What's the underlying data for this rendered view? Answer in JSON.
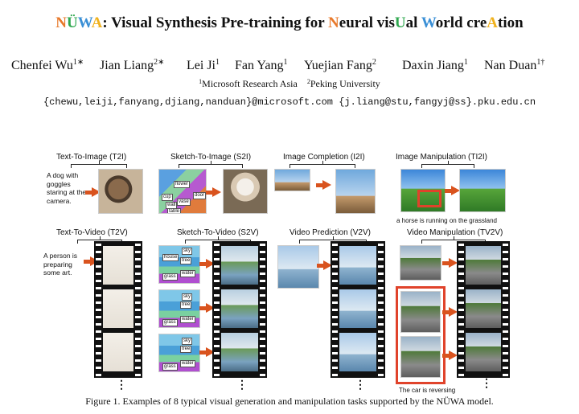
{
  "title": {
    "n": "N",
    "u": "Ü",
    "w": "W",
    "a": "A",
    "main": ": Visual Synthesis Pre-training for ",
    "n2": "N",
    "eural_vis": "eural vis",
    "u2": "U",
    "al": "al ",
    "w2": "W",
    "orld_cre": "orld cre",
    "a2": "A",
    "tion": "tion"
  },
  "authors": [
    {
      "name": "Chenfei Wu",
      "sup": "1∗"
    },
    {
      "name": "Jian Liang",
      "sup": "2∗"
    },
    {
      "name": "Lei Ji",
      "sup": "1"
    },
    {
      "name": "Fan Yang",
      "sup": "1"
    },
    {
      "name": "Yuejian Fang",
      "sup": "2"
    },
    {
      "name": "Daxin Jiang",
      "sup": "1"
    },
    {
      "name": "Nan Duan",
      "sup": "1†"
    }
  ],
  "affiliations": [
    {
      "sup": "1",
      "name": "Microsoft Research Asia"
    },
    {
      "sup": "2",
      "name": "Peking University"
    }
  ],
  "emails": "{chewu,leiji,fanyang,djiang,nanduan}@microsoft.com  {j.liang@stu,fangyj@ss}.pku.edu.cn",
  "tasks": {
    "t2i": "Text-To-Image (T2I)",
    "s2i": "Sketch-To-Image (S2I)",
    "i2i": "Image Completion (I2I)",
    "ti2i": "Image Manipulation (TI2I)",
    "t2v": "Text-To-Video (T2V)",
    "s2v": "Sketch-To-Video (S2V)",
    "v2v": "Video Prediction (V2V)",
    "tv2v": "Video Manipulation (TV2V)"
  },
  "prompts": {
    "t2i": "A dog with goggles staring at the camera.",
    "t2v": "A person is preparing some art.",
    "ti2i": "a horse is running on the grassland",
    "tv2v": "The car is reversing"
  },
  "segments": {
    "s2i": [
      "flower",
      "door",
      "cup",
      "vase",
      "wall",
      "table"
    ],
    "s2v1": [
      "sky",
      "house",
      "tree",
      "grass",
      "water"
    ],
    "s2v2": [
      "sky",
      "tree",
      "grass",
      "water"
    ],
    "s2v3": [
      "sky",
      "tree",
      "grass",
      "water"
    ]
  },
  "dots": "⋮",
  "figure_caption": "Figure 1. Examples of 8 typical visual generation and manipulation tasks supported by the NÜWA model."
}
